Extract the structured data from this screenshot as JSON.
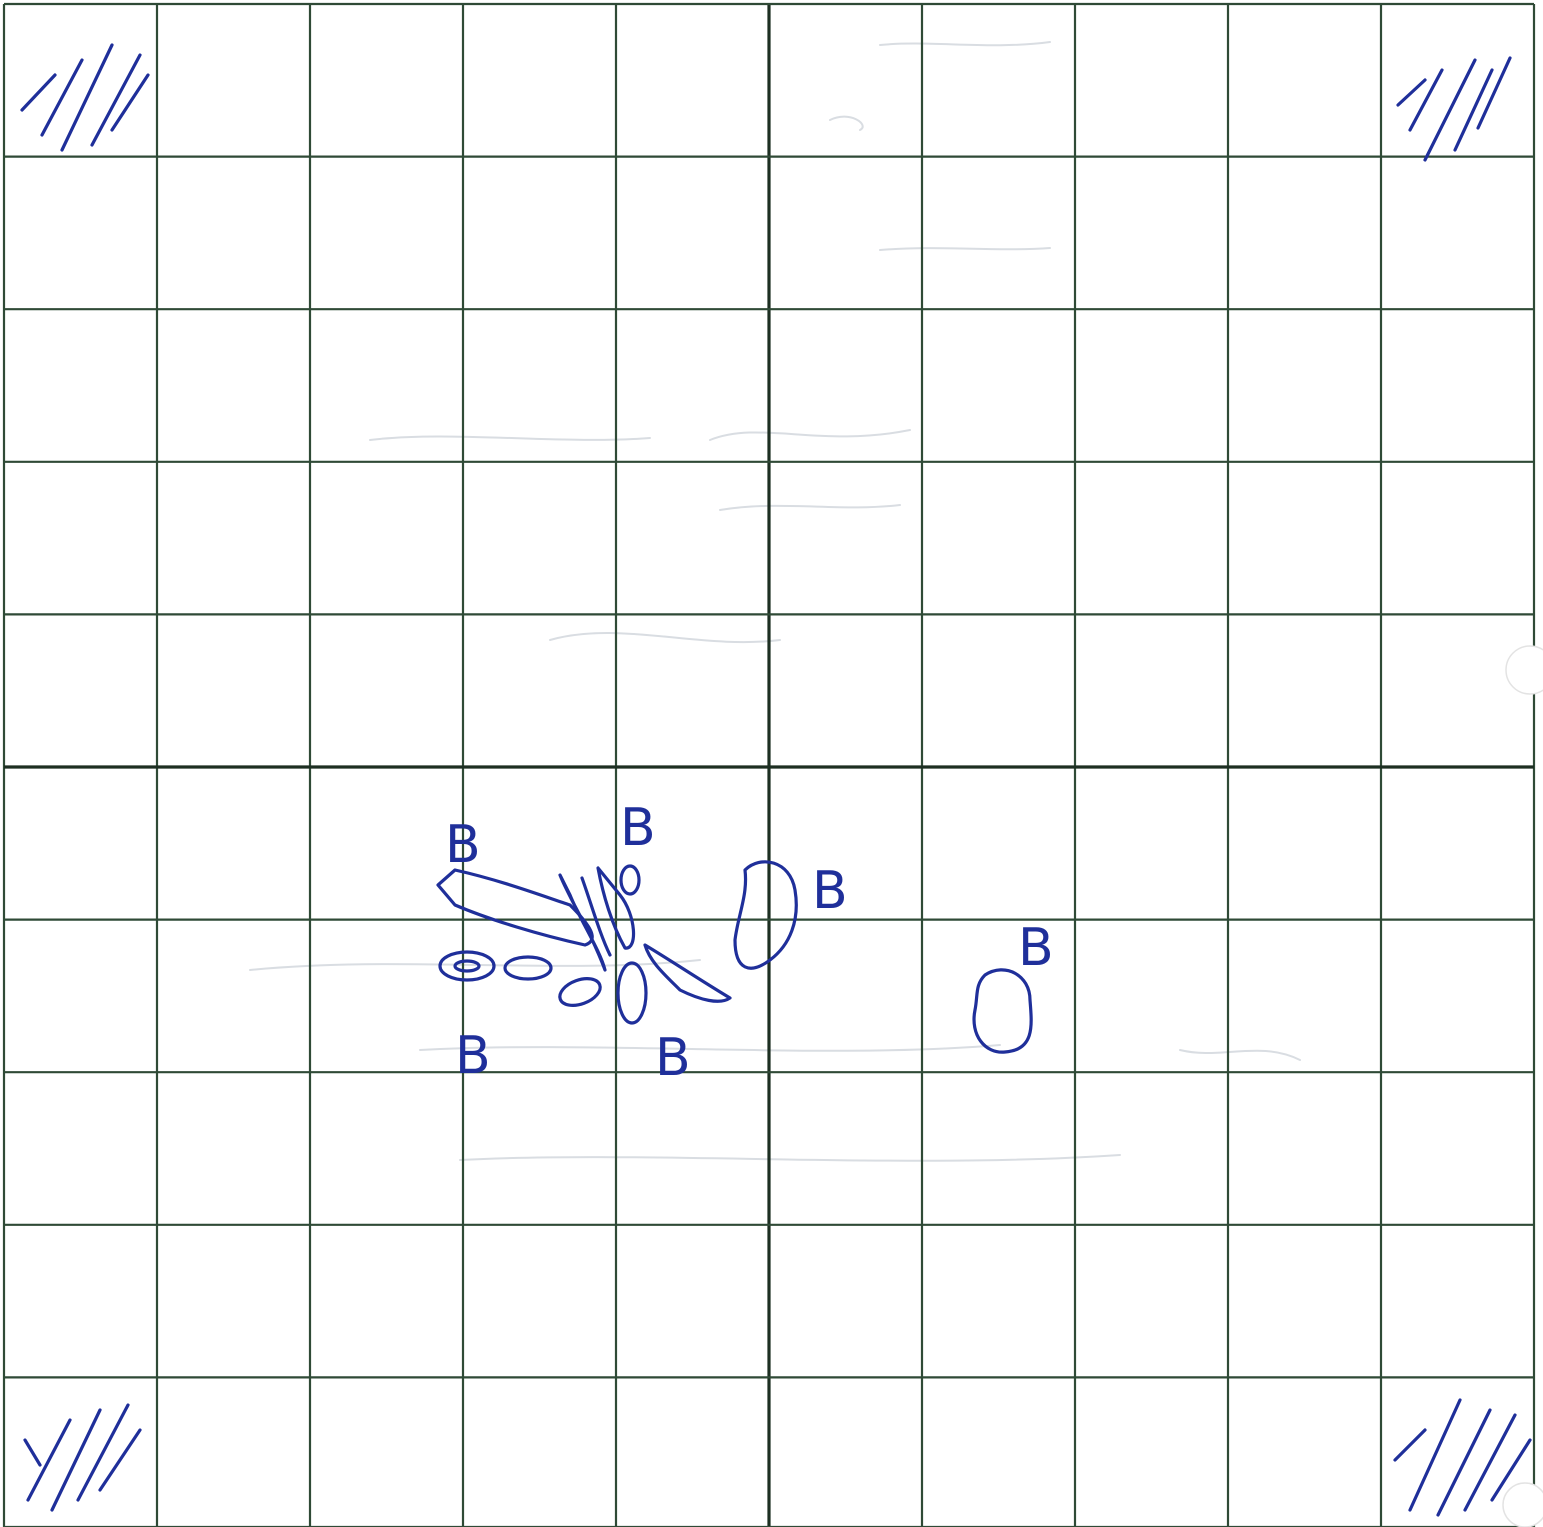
{
  "sheet": {
    "grid": {
      "columns": 10,
      "rows": 10
    },
    "ink_color": "#1f2f9a",
    "grid_color": "#2f4a36",
    "corner_marks": [
      "tally-mark-group",
      "tally-mark-group",
      "tally-mark-group",
      "tally-mark-group"
    ],
    "labels": [
      "B",
      "B",
      "B",
      "B",
      "B",
      "B"
    ]
  }
}
